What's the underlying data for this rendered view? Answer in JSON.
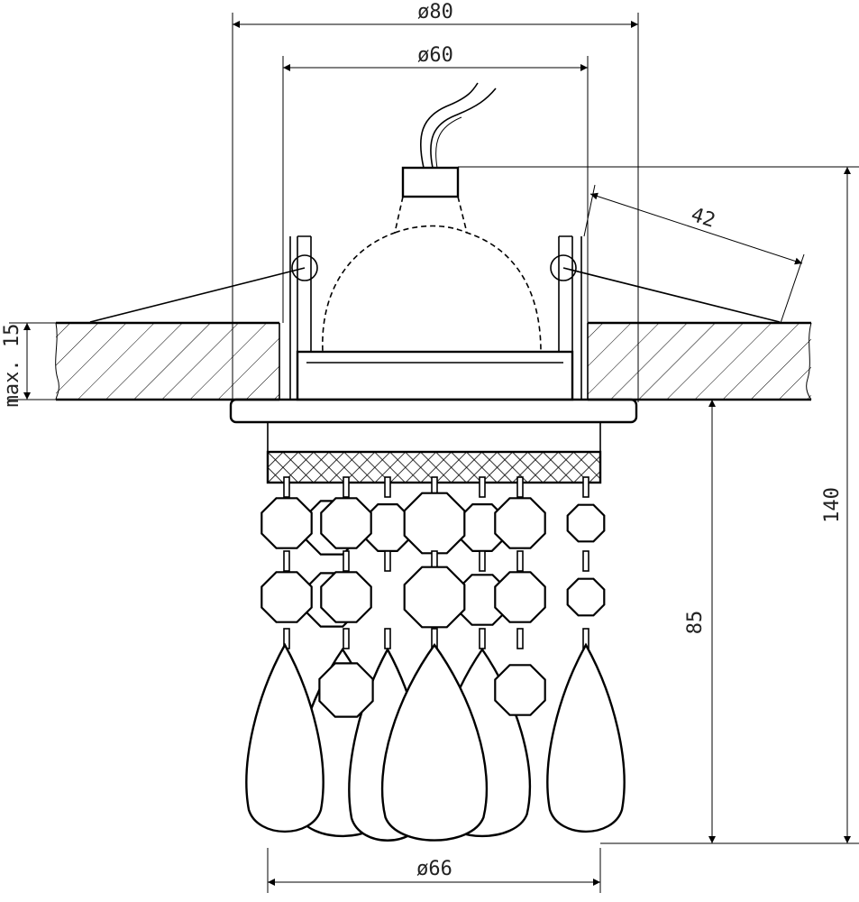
{
  "drawing": {
    "dimensions": {
      "outer_diameter": "ø80",
      "cutout_diameter": "ø60",
      "spring_length": "42",
      "max_ceiling_thickness": "max. 15",
      "total_height": "140",
      "visible_height": "85",
      "crystal_diameter": "ø66"
    },
    "colors": {
      "line": "#000000",
      "background": "#ffffff"
    }
  }
}
